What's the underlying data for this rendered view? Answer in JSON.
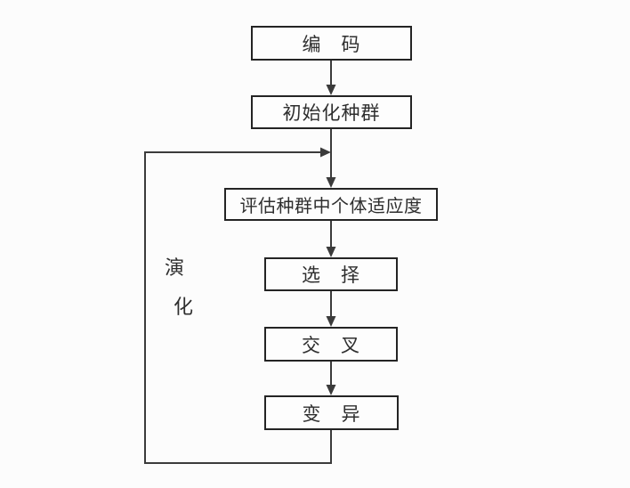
{
  "diagram": {
    "type": "flowchart",
    "nodes": [
      {
        "id": "encode",
        "label": "编　码"
      },
      {
        "id": "init-population",
        "label": "初始化种群"
      },
      {
        "id": "evaluate-fitness",
        "label": "评估种群中个体适应度"
      },
      {
        "id": "selection",
        "label": "选　择"
      },
      {
        "id": "crossover",
        "label": "交　叉"
      },
      {
        "id": "mutation",
        "label": "变　异"
      }
    ],
    "edges": [
      {
        "from": "encode",
        "to": "init-population"
      },
      {
        "from": "init-population",
        "to": "evaluate-fitness"
      },
      {
        "from": "evaluate-fitness",
        "to": "selection"
      },
      {
        "from": "selection",
        "to": "crossover"
      },
      {
        "from": "crossover",
        "to": "mutation"
      },
      {
        "from": "mutation",
        "to": "evaluate-fitness",
        "kind": "feedback-loop"
      }
    ],
    "loop_label": {
      "text": "演化",
      "chars": [
        "演",
        "化"
      ]
    },
    "colors": {
      "background": "#fcfcfc",
      "box_border": "#242424",
      "line": "#3b3b3b",
      "text": "#2e2e2e"
    }
  }
}
